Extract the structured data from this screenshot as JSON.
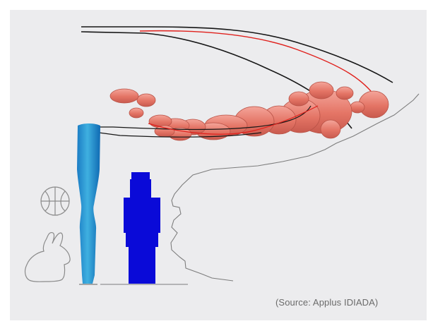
{
  "caption": {
    "source_text": "(Source: Applus IDIADA)"
  },
  "colors": {
    "background_panel": "#ececee",
    "frame": "#ffffff",
    "red_trajectory": "#e0201c",
    "black_trajectory": "#161616",
    "human_figure": "#e77c6f",
    "tall_tapered_object": "#1d8fcf",
    "blue_column": "#0a0ad8",
    "outline_gray": "#7d7d7d",
    "source_text": "#6b6b6b"
  },
  "icons": [
    "basketball-outline",
    "rabbit-outline",
    "human-mannequin",
    "tapered-pole",
    "stacked-column",
    "profile-silhouette"
  ]
}
